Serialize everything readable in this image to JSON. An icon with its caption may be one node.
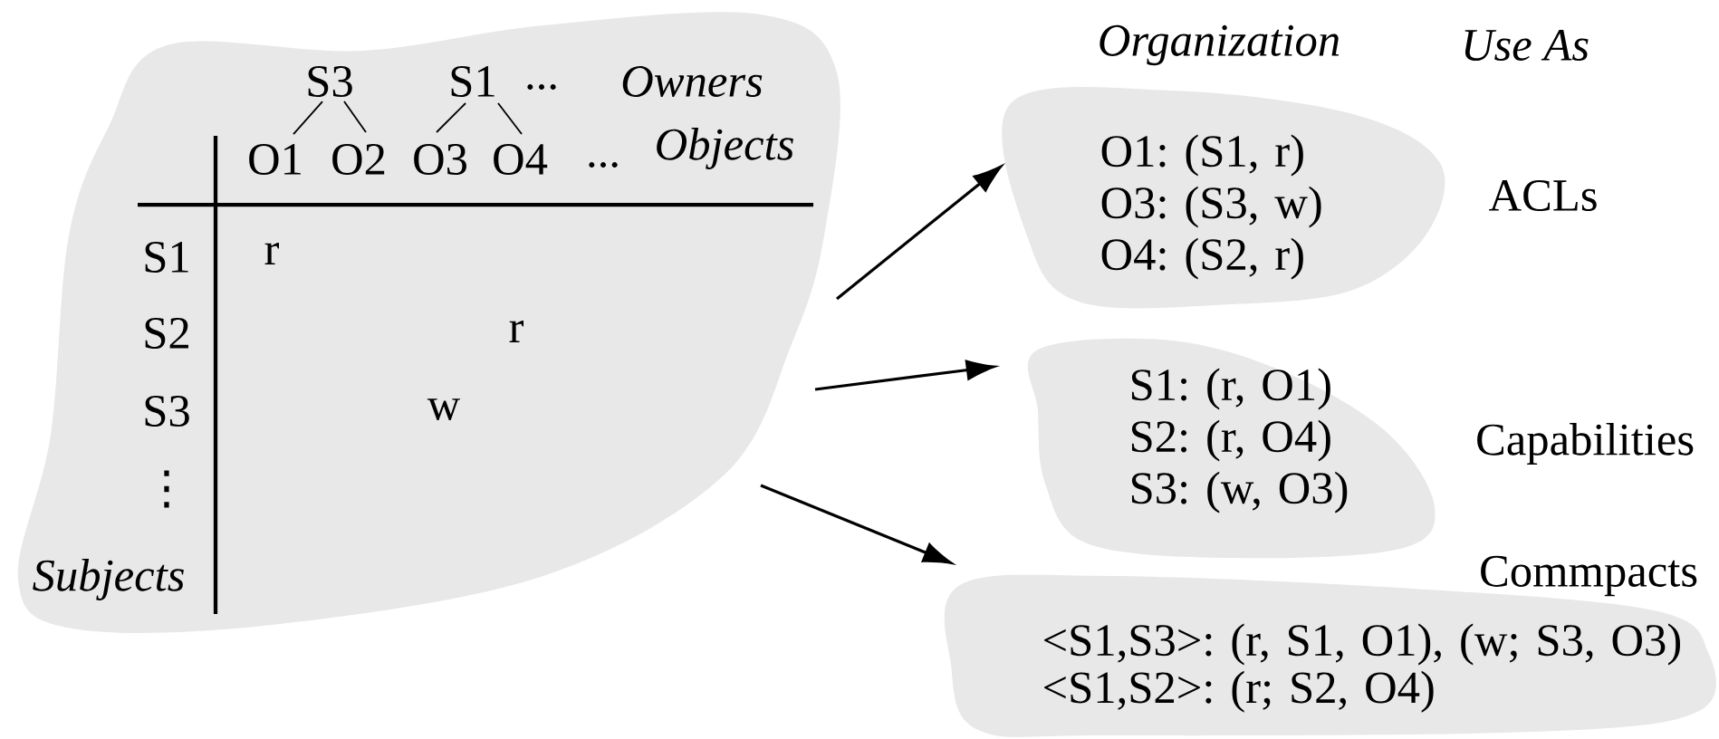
{
  "diagram": {
    "nodes": [
      {
        "text": [],
        "shape": "cloud"
      },
      {
        "text": [
          "O1: (S1, r) O3: (S3, w) O4: (S2, r)"
        ],
        "beside": [
          "ACLs"
        ]
      },
      {
        "text": [
          "S1: (r, O1) S2: (r, O4) S3: (w, O3)"
        ],
        "beside": [
          "Capabilities"
        ]
      },
      {
        "text": [
          "<S1,S3>: (r, S1, O1), (w; S3, O3) <S1,S2>: (r; S2, O4)"
        ],
        "beside": [
          "Commpacts"
        ]
      }
    ],
    "edges": [
      {
        "from": 0,
        "to": 1,
        "arrow": "to"
      },
      {
        "from": 0,
        "to": 2,
        "arrow": "to"
      },
      {
        "from": 0,
        "to": 3,
        "arrow": "to"
      }
    ],
    "labels": [
      "Organization",
      "Use As",
      "S3",
      "S1",
      "...",
      "Owners",
      "O1",
      "O2",
      "O3",
      "O4",
      "...",
      "Objects",
      "S1",
      "r",
      "S2",
      "r",
      "S3",
      "w",
      "⋮",
      "Subjects"
    ]
  }
}
